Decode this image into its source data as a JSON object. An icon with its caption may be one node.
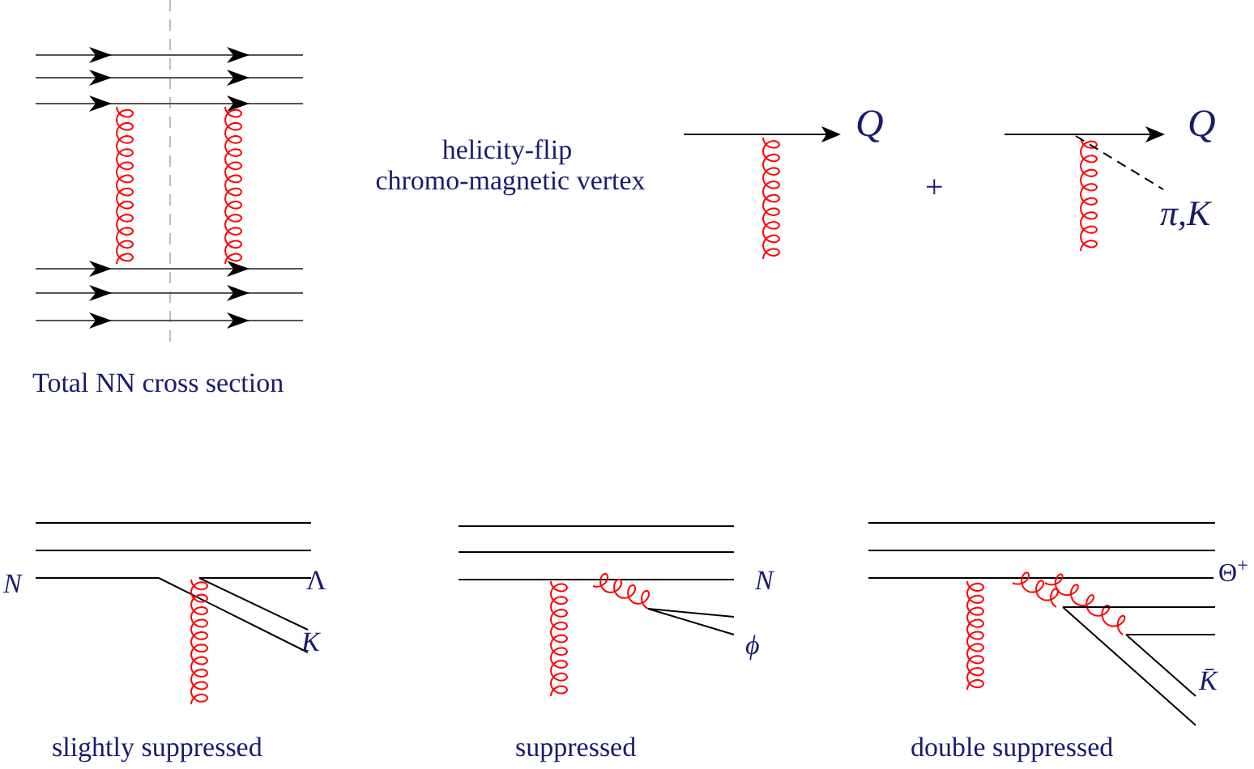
{
  "diagram": {
    "labels": [
      "Total NN cross section",
      "helicity-flip",
      "chromo-magnetic vertex",
      "Q",
      "+",
      "Q",
      "π,K",
      "N",
      "Λ",
      "K",
      "slightly suppressed",
      "N",
      "ϕ",
      "suppressed",
      "Θ$^{+}$",
      "K̄",
      "double suppressed"
    ]
  }
}
